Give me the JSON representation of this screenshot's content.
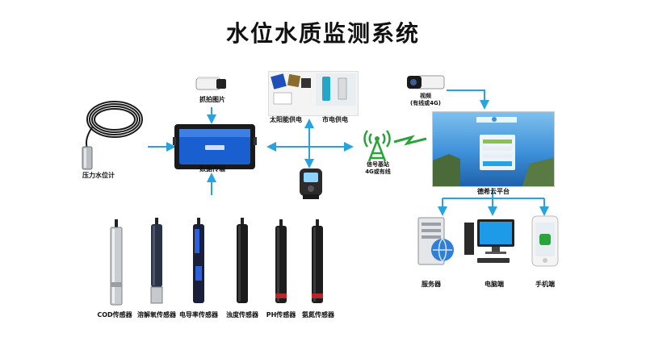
{
  "title": "水位水质监测系统",
  "labels": {
    "pressure_gauge": "压力水位计",
    "capture": "抓拍图片",
    "data_transfer": "数据传输",
    "solar": "太阳能供电",
    "mains": "市电供电",
    "signal_line1": "信号基站",
    "signal_line2": "4G或有线",
    "video_line1": "视频",
    "video_line2": "(有线或4G)",
    "cloud": "德希云平台",
    "server": "服务器",
    "pc": "电脑端",
    "phone": "手机端"
  },
  "sensors": [
    "COD传感器",
    "溶解氧传感器",
    "电导率传感器",
    "浊度传感器",
    "PH传感器",
    "氨氮传感器"
  ],
  "colors": {
    "arrow": "#29a3e0",
    "device_blue": "#1a5fd0",
    "signal_green": "#2aa33a",
    "sky": "#3c8fd8"
  }
}
